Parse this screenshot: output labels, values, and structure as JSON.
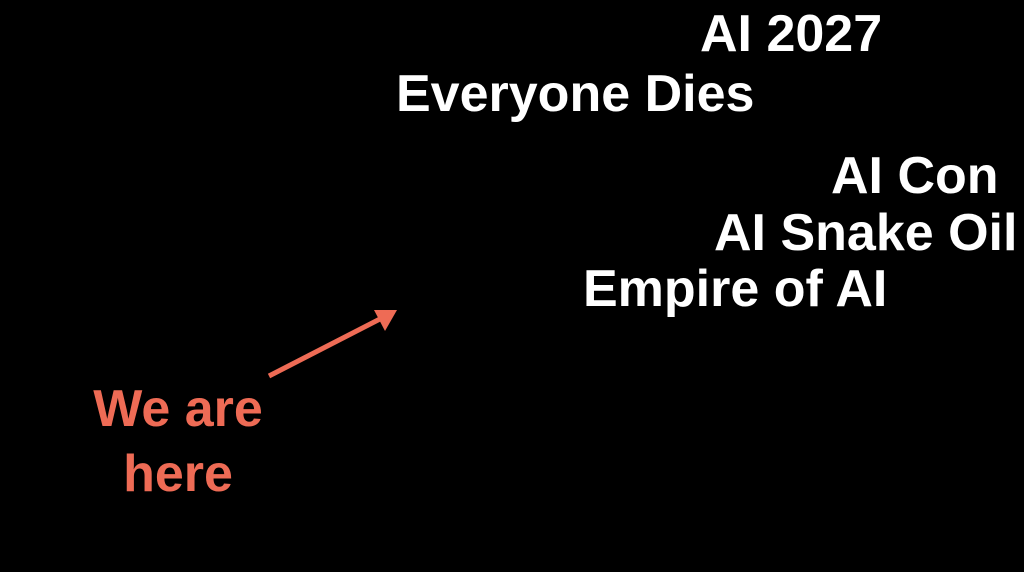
{
  "titles": [
    "AI 2027",
    "Everyone Dies",
    "AI Con",
    "AI Snake Oil",
    "Empire of AI"
  ],
  "annotation": {
    "line1": "We are",
    "line2": "here",
    "color": "#EE6B55"
  },
  "colors": {
    "background": "#000000",
    "text": "#FFFFFF"
  }
}
